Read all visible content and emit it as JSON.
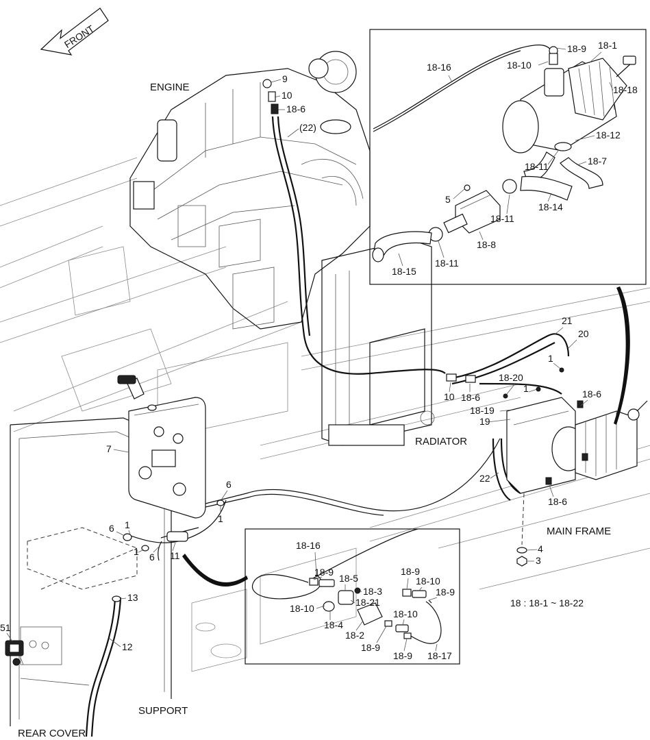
{
  "direction_label": "FRONT",
  "area_labels": {
    "engine": "ENGINE",
    "radiator": "RADIATOR",
    "main_frame": "MAIN FRAME",
    "support": "SUPPORT",
    "rear_cover": "REAR COVER"
  },
  "range_note": "18 : 18-1 ~ 18-22",
  "callouts": {
    "top_inset": {
      "c18_16": "18-16",
      "c18_10": "18-10",
      "c18_9": "18-9",
      "c18_1": "18-1",
      "c18_18": "18-18",
      "c18_12": "18-12",
      "c18_11a": "18-11",
      "c18_7": "18-7",
      "c5": "5",
      "c18_14": "18-14",
      "c18_11b": "18-11",
      "c18_8": "18-8",
      "c18_15": "18-15",
      "c18_11c": "18-11"
    },
    "engine_area": {
      "c9": "9",
      "c10": "10",
      "c18_6": "18-6",
      "c22": "(22)"
    },
    "main_area": {
      "c21": "21",
      "c20": "20",
      "c1a": "1",
      "c18_20": "18-20",
      "c1b": "1",
      "c18_6a": "18-6",
      "c10b": "10",
      "c18_6b": "18-6",
      "c18_19": "18-19",
      "c19": "19",
      "c22b": "22",
      "c18_6c": "18-6",
      "c4": "4",
      "c3": "3",
      "c7": "7",
      "c6a": "6",
      "c1c": "1",
      "c6b": "6",
      "c1d": "1",
      "c1e": "1",
      "c6c": "6",
      "c11": "11",
      "c13": "13",
      "c12": "12",
      "c51": "51"
    },
    "bottom_inset": {
      "c18_16": "18-16",
      "c18_9a": "18-9",
      "c18_5": "18-5",
      "c18_3": "18-3",
      "c18_21": "18-21",
      "c18_10a": "18-10",
      "c18_4": "18-4",
      "c18_2": "18-2",
      "c18_9b": "18-9",
      "c18_9c": "18-9",
      "c18_10b": "18-10",
      "c18_9d": "18-9",
      "c18_10c": "18-10",
      "c18_9e": "18-9",
      "c18_17": "18-17"
    }
  }
}
